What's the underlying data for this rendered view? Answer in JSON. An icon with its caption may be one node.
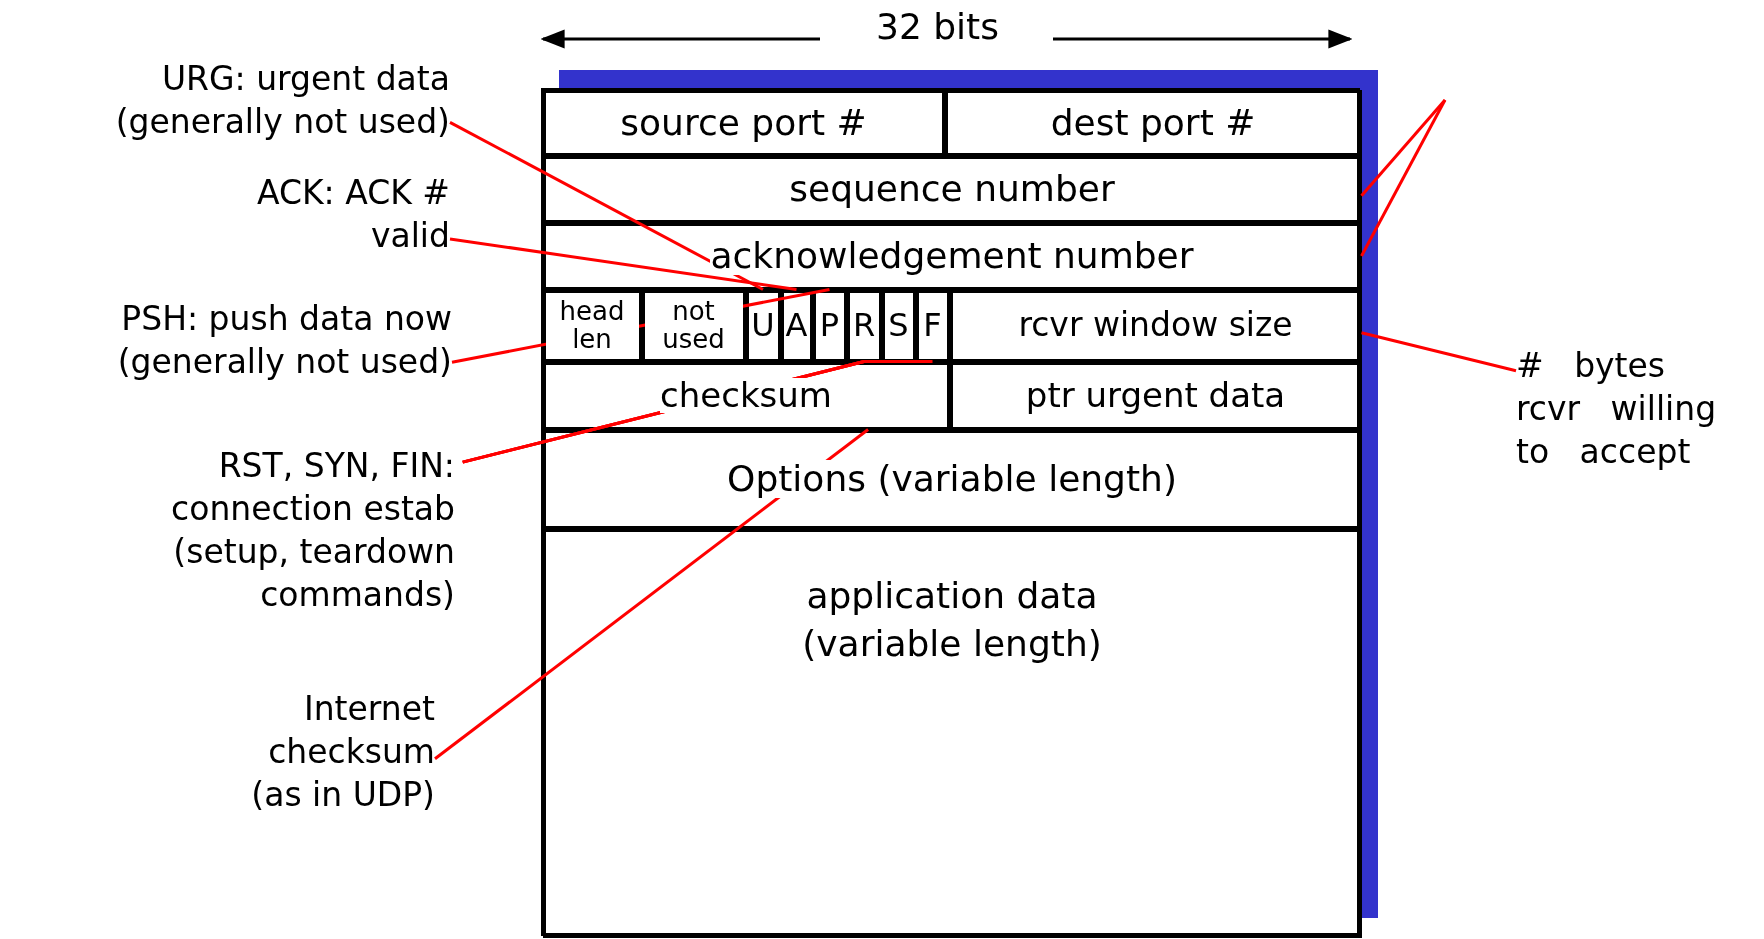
{
  "diagram": {
    "nodes": [
      {
        "text": [],
        "shape": "box"
      },
      {
        "text": [
          "source port #"
        ],
        "in": 0
      },
      {
        "text": [
          "dest port #"
        ],
        "in": 0
      },
      {
        "text": [
          "sequence number"
        ],
        "in": 0
      },
      {
        "text": [
          "acknowledgement number"
        ],
        "in": 0
      },
      {
        "text": [
          "head len"
        ],
        "in": 0
      },
      {
        "text": [
          "not used"
        ],
        "in": 0
      },
      {
        "text": [
          "U"
        ],
        "in": 0
      },
      {
        "text": [
          "A"
        ],
        "in": 0
      },
      {
        "text": [
          "P"
        ],
        "in": 0
      },
      {
        "text": [
          "R"
        ],
        "in": 0
      },
      {
        "text": [
          "S"
        ],
        "in": 0
      },
      {
        "text": [
          "F"
        ],
        "in": 0
      },
      {
        "text": [
          "rcvr window size"
        ],
        "in": 0
      },
      {
        "text": [
          "checksum"
        ],
        "in": 0
      },
      {
        "text": [
          "ptr urgent data"
        ],
        "in": 0
      },
      {
        "text": [
          "Options (variable length)"
        ],
        "in": 0
      },
      {
        "text": [
          "application data (variable length)"
        ],
        "in": 0
      },
      {
        "text": [
          "URG: urgent data (generally not used)"
        ]
      },
      {
        "text": [
          "ACK: ACK # valid"
        ]
      },
      {
        "text": [
          "PSH: push data now (generally not used)"
        ]
      },
      {
        "text": [
          "RST, SYN, FIN: connection estab (setup, teardown commands)"
        ]
      },
      {
        "text": [
          "Internet checksum (as in UDP)"
        ]
      },
      {
        "text": [
          "# bytes rcvr willing to accept"
        ]
      }
    ],
    "edges": [
      {
        "from": 18,
        "to": 7,
        "arrow": "none"
      },
      {
        "from": 19,
        "to": 8,
        "arrow": "none"
      },
      {
        "from": 20,
        "to": 9,
        "arrow": "none"
      },
      {
        "from": 21,
        "to": 10,
        "arrow": "none"
      },
      {
        "from": 21,
        "to": 11,
        "arrow": "none"
      },
      {
        "from": 21,
        "to": 12,
        "arrow": "none"
      },
      {
        "from": 22,
        "to": 14,
        "arrow": "none"
      },
      {
        "from": 23,
        "to": 13,
        "arrow": "none"
      },
      {
        "from": null,
        "to": 3,
        "arrow": "none"
      },
      {
        "from": null,
        "to": 4,
        "arrow": "none"
      }
    ],
    "labels": [
      "32 bits"
    ]
  }
}
